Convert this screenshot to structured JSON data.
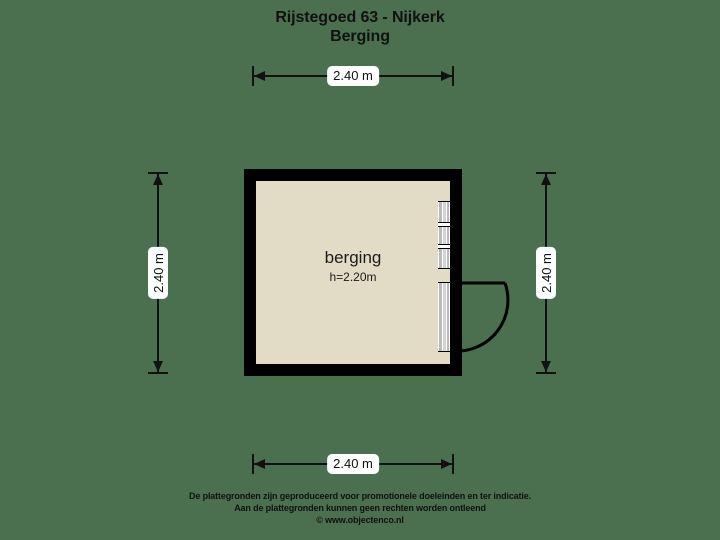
{
  "title": {
    "line1": "Rijstegoed 63 - Nijkerk",
    "line2": "Berging"
  },
  "plan": {
    "room": {
      "name": "berging",
      "height_label": "h=2.20m"
    },
    "openings": {
      "window_right": "window",
      "door_right": "door",
      "door_swing": "door-swing-arc"
    },
    "colors": {
      "background": "#4a7050",
      "wall": "#000000",
      "floor": "#e2dcc6",
      "label_background": "#ffffff",
      "text": "#111111"
    }
  },
  "dimensions": {
    "top": "2.40 m",
    "bottom": "2.40 m",
    "left": "2.40 m",
    "right": "2.40 m"
  },
  "footer": {
    "line1": "De plattegronden zijn geproduceerd voor promotionele doeleinden en ter indicatie.",
    "line2": "Aan de plattegronden kunnen geen rechten worden ontleend",
    "line3": "© www.objectenco.nl"
  }
}
